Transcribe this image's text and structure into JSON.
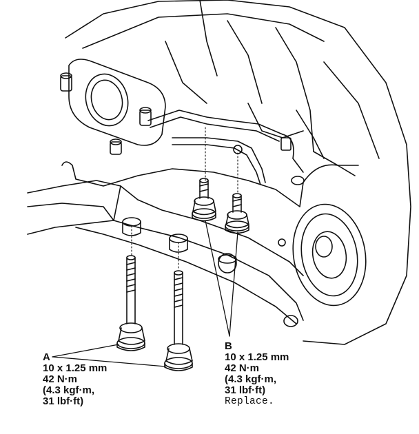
{
  "callouts": {
    "a": {
      "letter": "A",
      "size": "10 x 1.25 mm",
      "torque_nm": "42 N·m",
      "torque_kgf": "(4.3 kgf·m,",
      "torque_lbf": "31 lbf·ft)"
    },
    "b": {
      "letter": "B",
      "size": "10 x 1.25 mm",
      "torque_nm": "42 N·m",
      "torque_kgf": "(4.3 kgf·m,",
      "torque_lbf": "31 lbf·ft)",
      "note": "Replace."
    }
  },
  "colors": {
    "ink": "#111111",
    "paper": "#ffffff"
  }
}
